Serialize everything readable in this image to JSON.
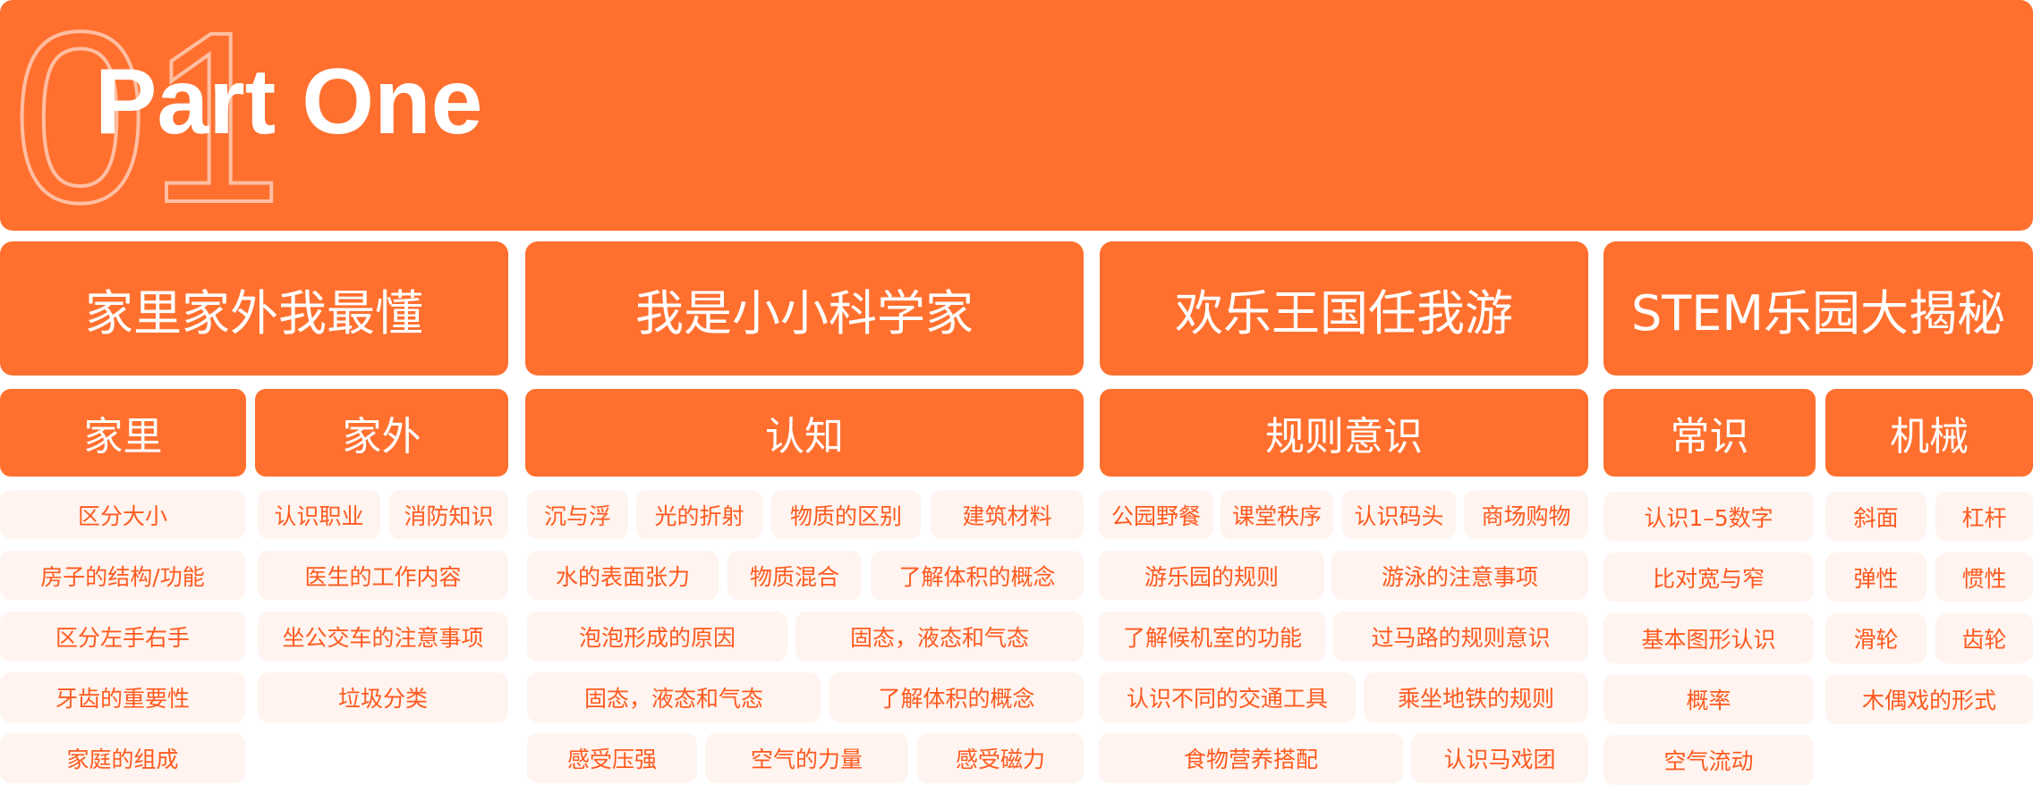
{
  "header": {
    "number": "01",
    "title": "Part One"
  },
  "colors": {
    "accent": "#FF702F",
    "item_bg": "#FFF4EF",
    "item_text": "#FF5A1F"
  },
  "categories": [
    {
      "title": "家里家外我最懂",
      "subs": [
        {
          "title": "家里",
          "items": [
            "区分大小",
            "房子的结构/功能",
            "区分左手右手",
            "牙齿的重要性",
            "家庭的组成"
          ]
        },
        {
          "title": "家外",
          "items": [
            "认识职业",
            "消防知识",
            "医生的工作内容",
            "坐公交车的注意事项",
            "垃圾分类"
          ]
        }
      ]
    },
    {
      "title": "我是小小科学家",
      "subs": [
        {
          "title": "认知",
          "items": [
            "沉与浮",
            "光的折射",
            "物质的区别",
            "建筑材料",
            "水的表面张力",
            "物质混合",
            "了解体积的概念",
            "泡泡形成的原因",
            "固态，液态和气态",
            "固态，液态和气态",
            "了解体积的概念",
            "感受压强",
            "空气的力量",
            "感受磁力"
          ]
        }
      ]
    },
    {
      "title": "欢乐王国任我游",
      "subs": [
        {
          "title": "规则意识",
          "items": [
            "公园野餐",
            "课堂秩序",
            "认识码头",
            "商场购物",
            "游乐园的规则",
            "游泳的注意事项",
            "了解候机室的功能",
            "过马路的规则意识",
            "认识不同的交通工具",
            "乘坐地铁的规则",
            "食物营养搭配",
            "认识马戏团"
          ]
        }
      ]
    },
    {
      "title": "STEM乐园大揭秘",
      "subs": [
        {
          "title": "常识",
          "items": [
            "认识1–5数字",
            "比对宽与窄",
            "基本图形认识",
            "概率",
            "空气流动"
          ]
        },
        {
          "title": "机械",
          "items": [
            "斜面",
            "杠杆",
            "弹性",
            "惯性",
            "滑轮",
            "齿轮",
            "木偶戏的形式"
          ]
        }
      ]
    }
  ]
}
